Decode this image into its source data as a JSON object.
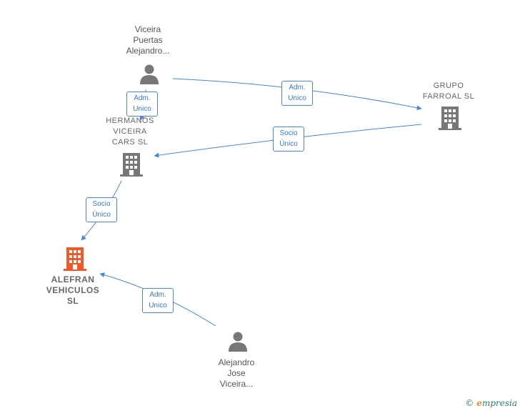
{
  "nodes": {
    "viceira_puertas": {
      "label": "Viceira\nPuertas\nAlejandro..."
    },
    "grupo_farroal": {
      "label": "GRUPO\nFARROAL  SL"
    },
    "hermanos_viceira": {
      "label": "HERMANOS\nVICEIRA\nCARS  SL"
    },
    "alefran": {
      "label": "ALEFRAN\nVEHICULOS\nSL"
    },
    "alejandro_jose": {
      "label": "Alejandro\nJose\nViceira..."
    }
  },
  "edges": {
    "e1": {
      "line1": "Adm.",
      "line2": "Unico"
    },
    "e2": {
      "line1": "Adm.",
      "line2": "Unico"
    },
    "e3": {
      "line1": "Socio",
      "line2": "Único"
    },
    "e4": {
      "line1": "Socio",
      "line2": "Único"
    },
    "e5": {
      "line1": "Adm.",
      "line2": "Unico"
    }
  },
  "colors": {
    "edge": "#4a86d4",
    "person": "#777777",
    "company": "#777777",
    "focus": "#f05a28"
  },
  "brand": {
    "copyright": "©",
    "e": "e",
    "name": "mpresia"
  }
}
